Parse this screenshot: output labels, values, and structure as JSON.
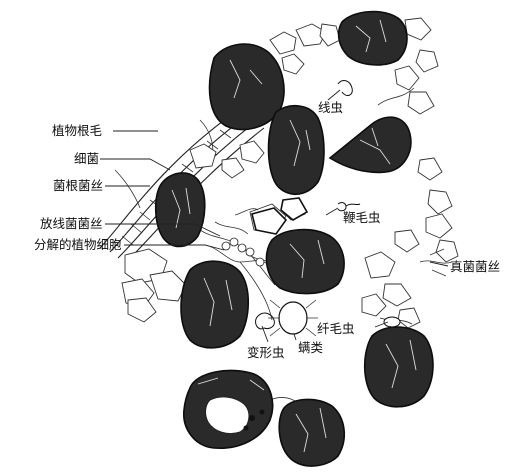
{
  "labels": {
    "root_hair": "植物根毛",
    "bacteria": "细菌",
    "mycorrhiza": "菌根菌丝",
    "actinomycete": "放线菌菌丝",
    "decomposing_plant_cells": "分解的植物细胞",
    "nematode": "线虫",
    "flagellate": "鞭毛虫",
    "fungal_hyphae": "真菌菌丝",
    "ciliate": "纤毛虫",
    "amoeba": "变形虫",
    "mite": "螨类"
  }
}
